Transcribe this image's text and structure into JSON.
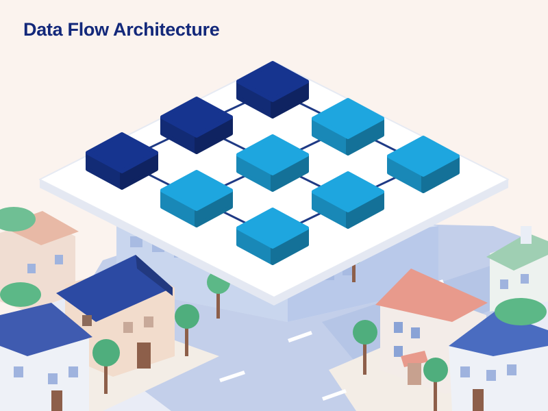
{
  "title": "Data Flow Architecture",
  "colors": {
    "background": "#fbf3ee",
    "title": "#13287a",
    "node_dark": "#16348f",
    "node_light": "#1ea6df",
    "connector": "#1f3a85",
    "platform": "#ffffff",
    "road": "#bccbe8",
    "tree": "#4fae7d",
    "roof_blue": "#2c4aa3",
    "roof_pink": "#e89a8c"
  },
  "nodes": [
    {
      "id": "n1",
      "shade": "dark"
    },
    {
      "id": "n2",
      "shade": "dark"
    },
    {
      "id": "n3",
      "shade": "dark"
    },
    {
      "id": "n4",
      "shade": "light"
    },
    {
      "id": "n5",
      "shade": "light"
    },
    {
      "id": "n6",
      "shade": "light"
    },
    {
      "id": "n7",
      "shade": "light"
    },
    {
      "id": "n8",
      "shade": "light"
    },
    {
      "id": "n9",
      "shade": "light"
    }
  ],
  "links": [
    [
      "n1",
      "n2"
    ],
    [
      "n2",
      "n3"
    ],
    [
      "n3",
      "n4"
    ],
    [
      "n2",
      "n5"
    ],
    [
      "n1",
      "n6"
    ],
    [
      "n6",
      "n5"
    ],
    [
      "n5",
      "n4"
    ],
    [
      "n4",
      "n7"
    ],
    [
      "n5",
      "n8"
    ],
    [
      "n6",
      "n9"
    ],
    [
      "n9",
      "n8"
    ],
    [
      "n8",
      "n7"
    ]
  ]
}
